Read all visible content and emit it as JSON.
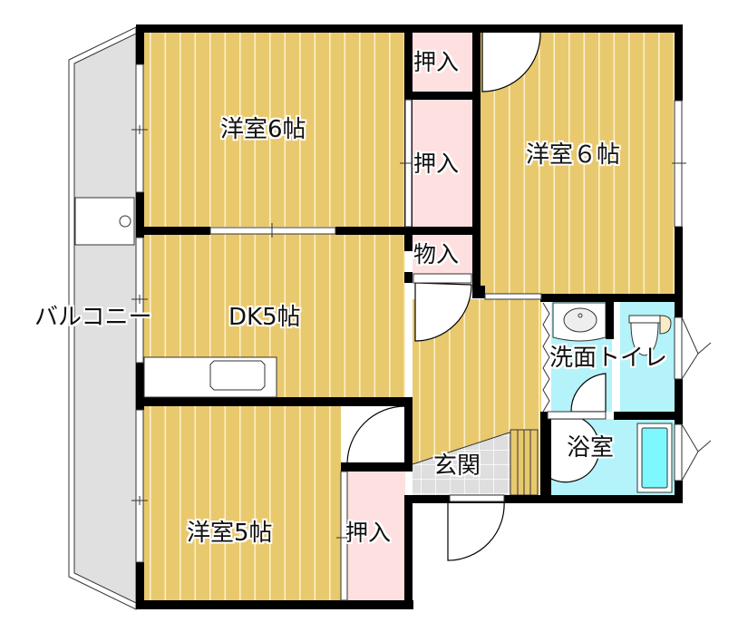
{
  "colors": {
    "floor_wood": "#e9c96e",
    "floor_stripe": "#fbf0c8",
    "closet": "#fde0df",
    "wet_area": "#b3f3f9",
    "bathtub": "#7ef7fd",
    "balcony": "#e0e0e0",
    "entrance_tile": "#dedede",
    "wall": "#000000"
  },
  "rooms": {
    "western_room_1": {
      "label": "洋室6帖",
      "type": "Western-style room",
      "size_jo": 6
    },
    "western_room_2": {
      "label": "洋室６帖",
      "type": "Western-style room",
      "size_jo": 6
    },
    "western_room_3": {
      "label": "洋室5帖",
      "type": "Western-style room",
      "size_jo": 5
    },
    "dining_kitchen": {
      "label": "DK5帖",
      "type": "Dining kitchen",
      "size_jo": 5
    },
    "closet_1": {
      "label": "押入"
    },
    "closet_2": {
      "label": "押入"
    },
    "closet_3": {
      "label": "押入"
    },
    "storage": {
      "label": "物入"
    },
    "washroom_toilet": {
      "label": "洗面トイレ"
    },
    "bathroom": {
      "label": "浴室"
    },
    "entrance": {
      "label": "玄関"
    },
    "balcony": {
      "label": "バルコニー"
    }
  }
}
